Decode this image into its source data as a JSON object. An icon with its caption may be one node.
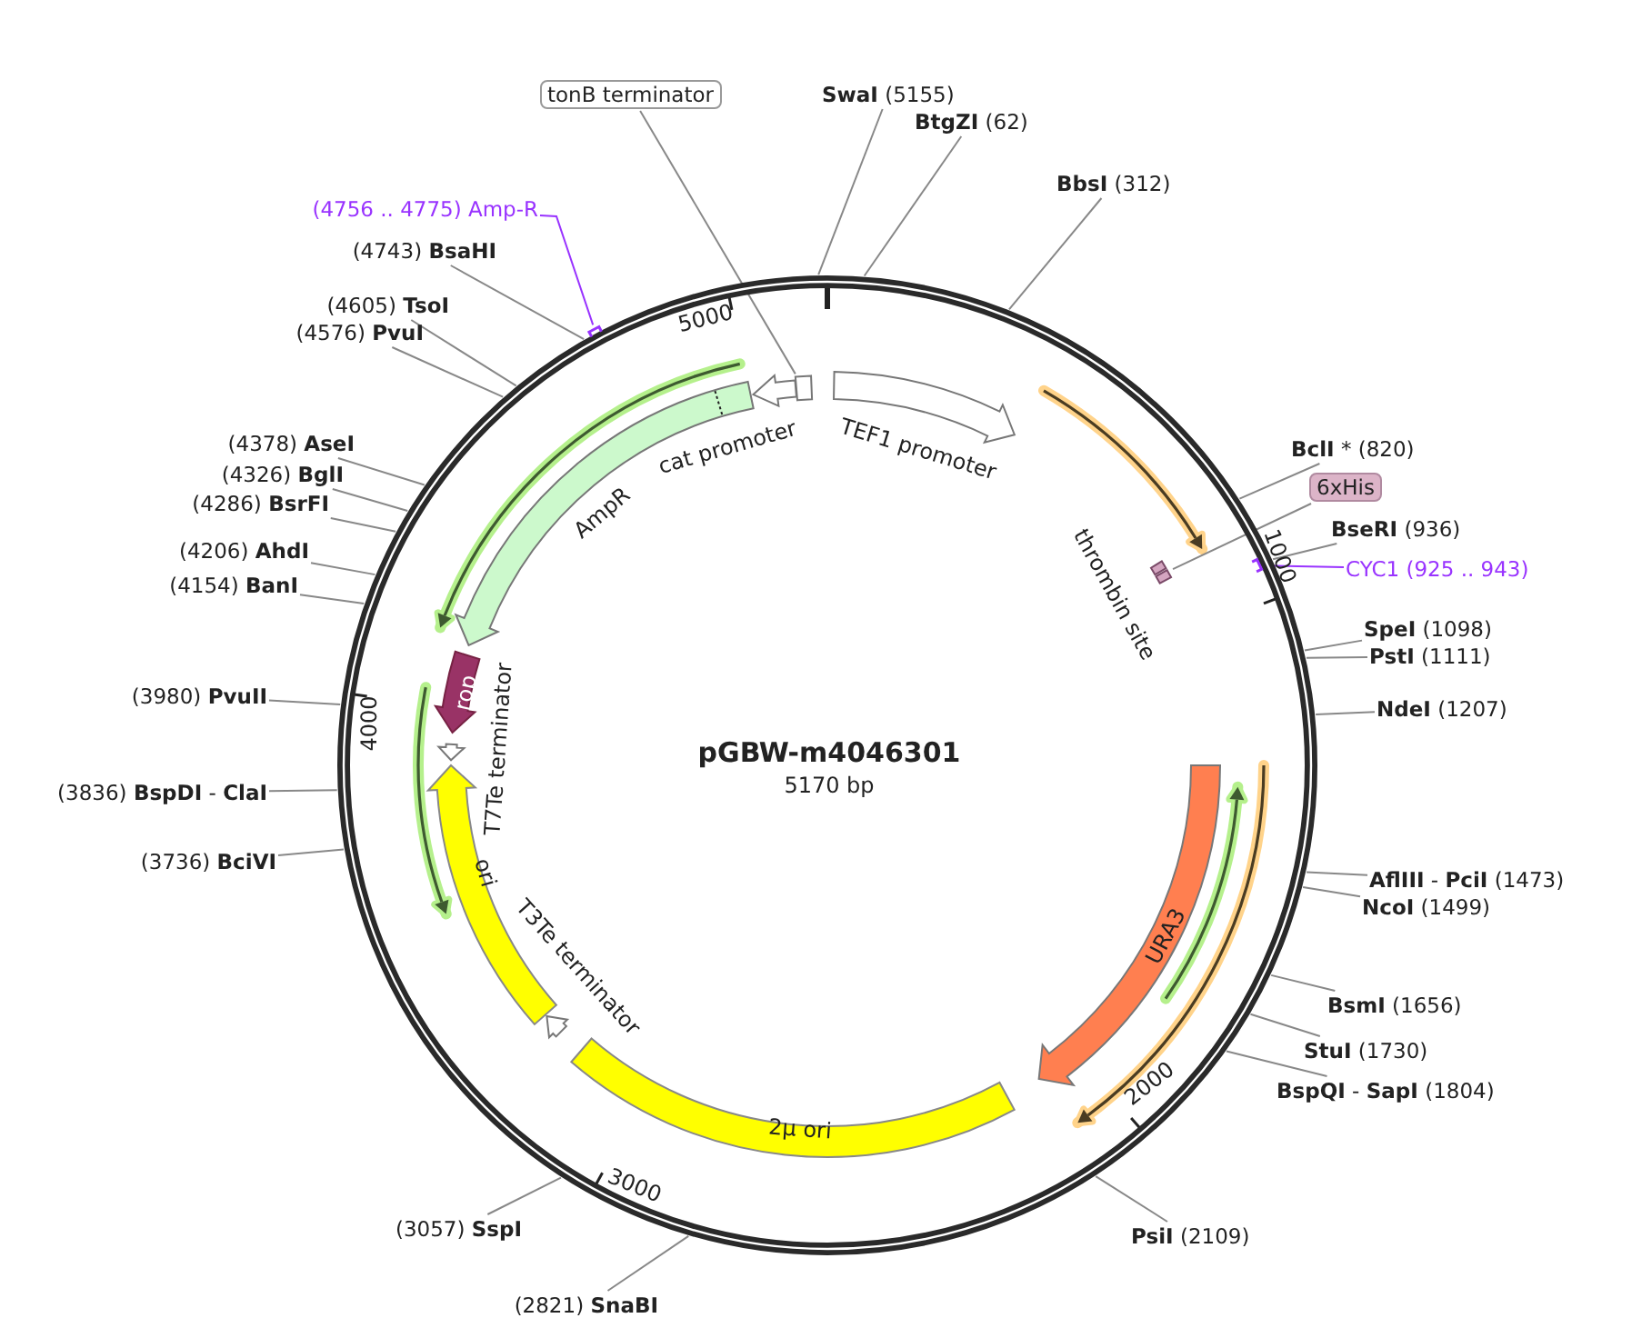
{
  "diagram": {
    "title": "pGBW-m4046301",
    "nodes": [
      {
        "text": [],
        "shape": "circle"
      },
      {
        "text": [
          "tonB terminator"
        ]
      },
      {
        "text": [
          "**SwaI** (5155)"
        ]
      },
      {
        "text": [
          "**BtgZI** (62)"
        ]
      },
      {
        "text": [
          "**BbsI** (312)"
        ]
      },
      {
        "text": [
          "(4756 .. 4775) Amp-R"
        ]
      },
      {
        "text": [
          "(4743) **BsaHI**"
        ]
      },
      {
        "text": [
          "(4605) **TsoI**"
        ]
      },
      {
        "text": [
          "(4576) **PvuI**"
        ]
      },
      {
        "text": [],
        "shape": "bar",
        "in": 0
      },
      {
        "text": [],
        "shape": "arrow",
        "in": 0
      },
      {
        "text": [
          "cat promoter"
        ],
        "in": 0
      },
      {
        "text": [
          "TEF1 promoter"
        ],
        "in": 0
      },
      {
        "text": [
          "(4378) **AseI**"
        ]
      },
      {
        "text": [
          "(4326) **BglI**"
        ]
      },
      {
        "text": [
          "(4286) **BsrFI**"
        ]
      },
      {
        "text": [
          "**BclI** * (820)"
        ]
      },
      {
        "text": [
          "6xHis"
        ]
      },
      {
        "text": [
          "(4206) **AhdI**"
        ]
      },
      {
        "text": [
          "**BseRI** (936)"
        ]
      },
      {
        "text": [
          "CYC1 (925 .. 943)"
        ]
      },
      {
        "text": [
          "(4154) **BanI**"
        ]
      },
      {
        "text": [
          "AmpR"
        ],
        "in": 0
      },
      {
        "text": [
          "thrombin site"
        ],
        "in": 0
      },
      {
        "text": [],
        "shape": "bar",
        "in": 0
      },
      {
        "text": [
          "**SpeI** (1098)"
        ]
      },
      {
        "text": [
          "**PstI** (1111)"
        ]
      },
      {
        "text": [
          "rop"
        ],
        "in": 0
      },
      {
        "text": [
          "(3980) **PvuII**"
        ]
      },
      {
        "text": [
          "**NdeI** (1207)"
        ]
      },
      {
        "text": [
          "T7Te terminator"
        ],
        "in": 0
      },
      {
        "text": [
          "(3836) **BspDI** - **ClaI**"
        ]
      },
      {
        "text": [
          "ori"
        ],
        "in": 0
      },
      {
        "text": [
          "URA3"
        ],
        "in": 0
      },
      {
        "text": [
          "(3736) **BciVI**"
        ]
      },
      {
        "text": [
          "**AflIII** - **PciI** (1473)"
        ]
      },
      {
        "text": [
          "**NcoI** (1499)"
        ]
      },
      {
        "text": [
          "T3Te terminator"
        ],
        "in": 0
      },
      {
        "text": [
          "**BsmI** (1656)"
        ]
      },
      {
        "text": [
          "**StuI** (1730)"
        ]
      },
      {
        "text": [
          "**BspQI** - **SapI** (1804)"
        ]
      },
      {
        "text": [
          "2μ ori"
        ],
        "in": 0
      },
      {
        "text": [
          "(3057) **SspI**"
        ]
      },
      {
        "text": [
          "**PsiI** (2109)"
        ]
      },
      {
        "text": [
          "(2821) **SnaBI**"
        ]
      }
    ],
    "edges": [
      {
        "from": 1,
        "to": 10,
        "arrow": "none"
      },
      {
        "from": 2,
        "to": 0,
        "arrow": "none"
      },
      {
        "from": 3,
        "to": 0,
        "arrow": "none"
      },
      {
        "from": 4,
        "to": 0,
        "arrow": "none"
      },
      {
        "from": 5,
        "to": 9,
        "arrow": "none",
        "color": "#9933ff"
      },
      {
        "from": 6,
        "to": 0,
        "arrow": "none"
      },
      {
        "from": 7,
        "to": 0,
        "arrow": "none"
      },
      {
        "from": 8,
        "to": 0,
        "arrow": "none"
      },
      {
        "from": 13,
        "to": 0,
        "arrow": "none"
      },
      {
        "from": 14,
        "to": 0,
        "arrow": "none"
      },
      {
        "from": 15,
        "to": 0,
        "arrow": "none"
      },
      {
        "from": 16,
        "to": 0,
        "arrow": "none"
      },
      {
        "from": 17,
        "to": 23,
        "arrow": "none"
      },
      {
        "from": 18,
        "to": 0,
        "arrow": "none"
      },
      {
        "from": 19,
        "to": 0,
        "arrow": "none"
      },
      {
        "from": 20,
        "to": 24,
        "arrow": "none",
        "color": "#9933ff"
      },
      {
        "from": 21,
        "to": 0,
        "arrow": "none"
      },
      {
        "from": 25,
        "to": 0,
        "arrow": "none"
      },
      {
        "from": 26,
        "to": 0,
        "arrow": "none"
      },
      {
        "from": 28,
        "to": 0,
        "arrow": "none"
      },
      {
        "from": 29,
        "to": 0,
        "arrow": "none"
      },
      {
        "from": 31,
        "to": 0,
        "arrow": "none"
      },
      {
        "from": 34,
        "to": 0,
        "arrow": "none"
      },
      {
        "from": 35,
        "to": 0,
        "arrow": "none"
      },
      {
        "from": 36,
        "to": 0,
        "arrow": "none"
      },
      {
        "from": 38,
        "to": 0,
        "arrow": "none"
      },
      {
        "from": 39,
        "to": 0,
        "arrow": "none"
      },
      {
        "from": 40,
        "to": 0,
        "arrow": "none"
      },
      {
        "from": 42,
        "to": 0,
        "arrow": "none"
      },
      {
        "from": 43,
        "to": 0,
        "arrow": "none"
      },
      {
        "from": 44,
        "to": 0,
        "arrow": "none"
      }
    ],
    "labels": [
      "5000",
      "1000",
      "4000",
      "5170 bp",
      "2000",
      "3000"
    ]
  }
}
